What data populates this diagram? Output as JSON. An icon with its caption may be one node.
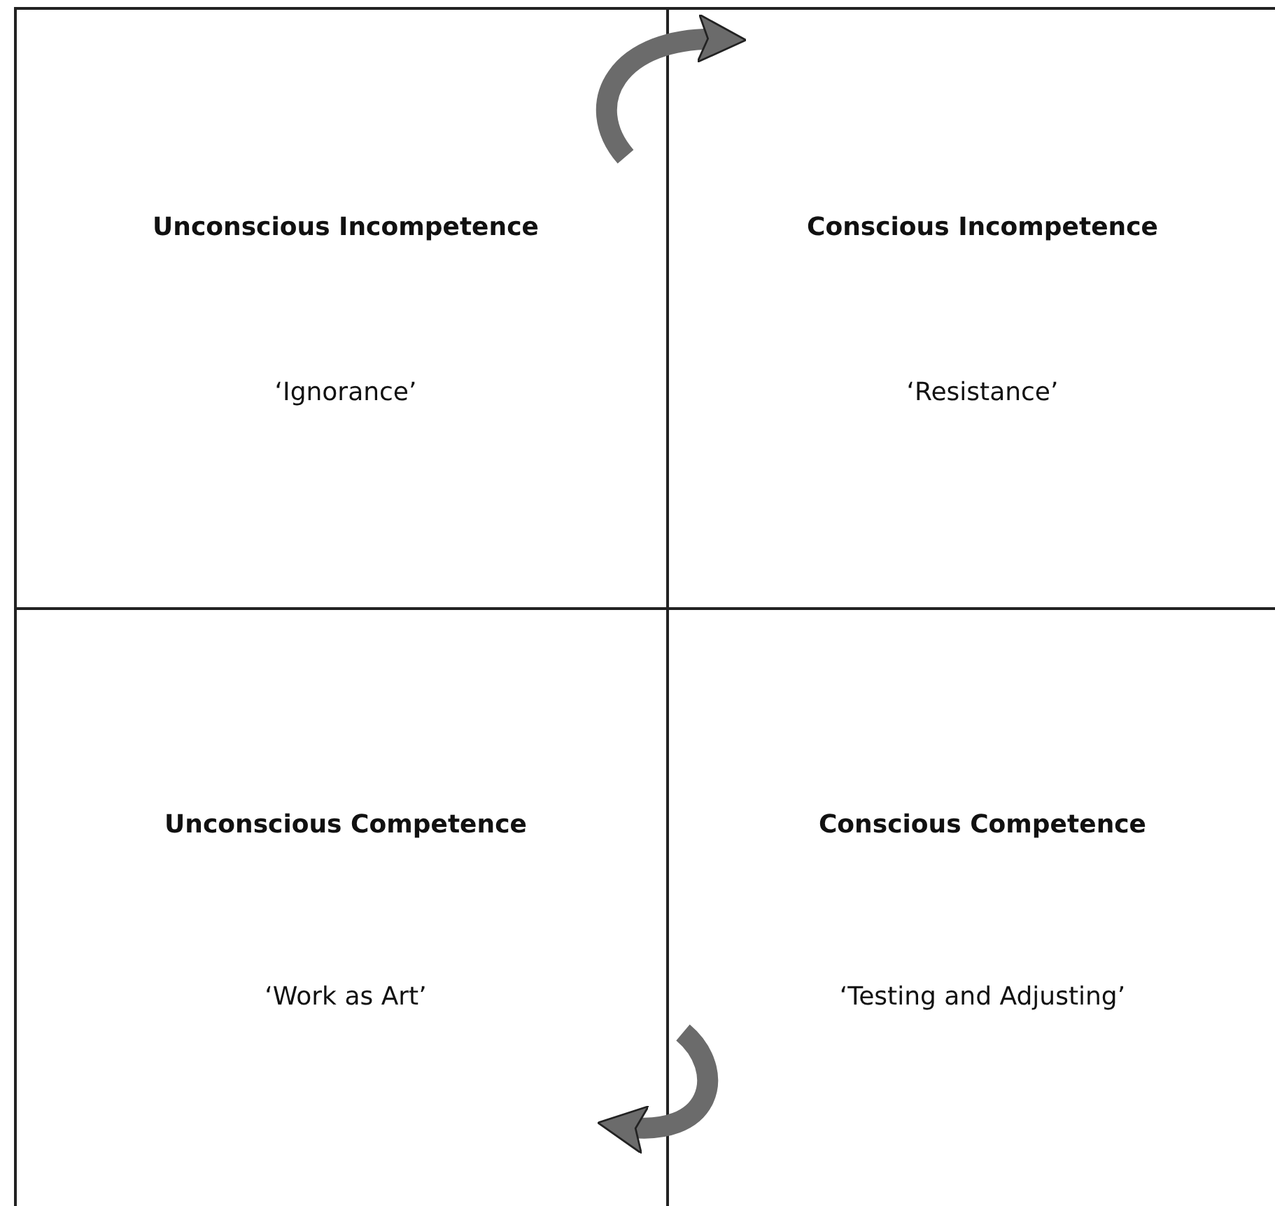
{
  "diagram": {
    "nodes": [
      {
        "text": [
          "Unconscious Incompetence",
          "‘Ignorance’"
        ]
      },
      {
        "text": [
          "Conscious Incompetence",
          "‘Resistance’"
        ]
      },
      {
        "text": [
          "Unconscious Competence",
          "‘Work as Art’"
        ]
      },
      {
        "text": [
          "Conscious Competence",
          "‘Testing and Adjusting’"
        ]
      }
    ],
    "edges": [
      {
        "from": 0,
        "to": 1,
        "arrow": "to"
      },
      {
        "from": 3,
        "to": 2,
        "arrow": "to"
      }
    ]
  }
}
